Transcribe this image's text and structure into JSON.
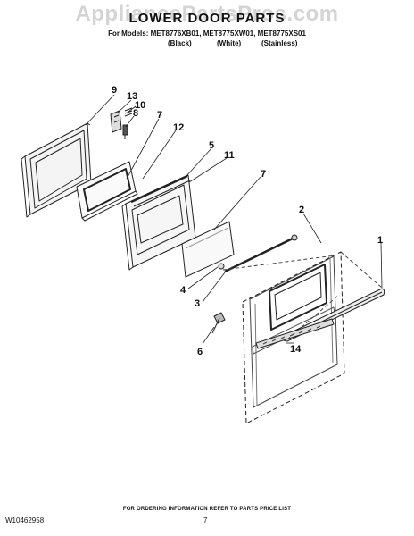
{
  "watermark": "AppliancePartsPros.com",
  "header": {
    "title": "LOWER DOOR PARTS",
    "models": "For Models: MET8776XB01, MET8775XW01, MET8775XS01",
    "colors": [
      "(Black)",
      "(White)",
      "(Stainless)"
    ]
  },
  "callouts": [
    "9",
    "13",
    "10",
    "8",
    "7",
    "12",
    "5",
    "11",
    "7",
    "2",
    "1",
    "4",
    "3",
    "6",
    "14"
  ],
  "footer": {
    "order_note": "FOR ORDERING INFORMATION REFER TO PARTS PRICE LIST",
    "doc_number": "W10462958",
    "page_number": "7"
  }
}
